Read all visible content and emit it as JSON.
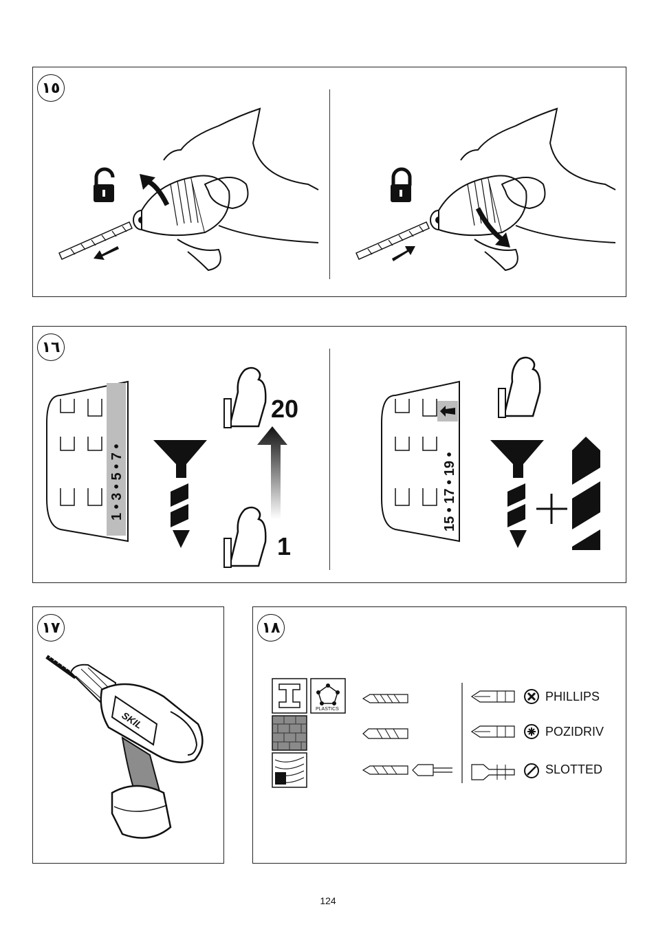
{
  "page": {
    "number": "124"
  },
  "panels": [
    {
      "id": "fig15",
      "badge": "١٥"
    },
    {
      "id": "fig16",
      "badge": "١٦",
      "left_scale": "1 • 3 • 5 • 7 •",
      "left_high": "20",
      "left_low": "1",
      "right_scale": "15 • 17 • 19 •"
    },
    {
      "id": "fig17",
      "badge": "١٧",
      "brand": "SKIL"
    },
    {
      "id": "fig18",
      "badge": "١٨",
      "plastics_label": "PLASTICS",
      "bits": [
        {
          "label": "PHILLIPS"
        },
        {
          "label": "POZIDRIV"
        },
        {
          "label": "SLOTTED"
        }
      ]
    }
  ],
  "icons": [
    "unlock-icon",
    "lock-icon",
    "arrow-icon",
    "strength-arm-icon",
    "screw-icon",
    "drill-bit-icon",
    "metal-icon",
    "masonry-icon",
    "wood-icon",
    "plastics-icon"
  ]
}
